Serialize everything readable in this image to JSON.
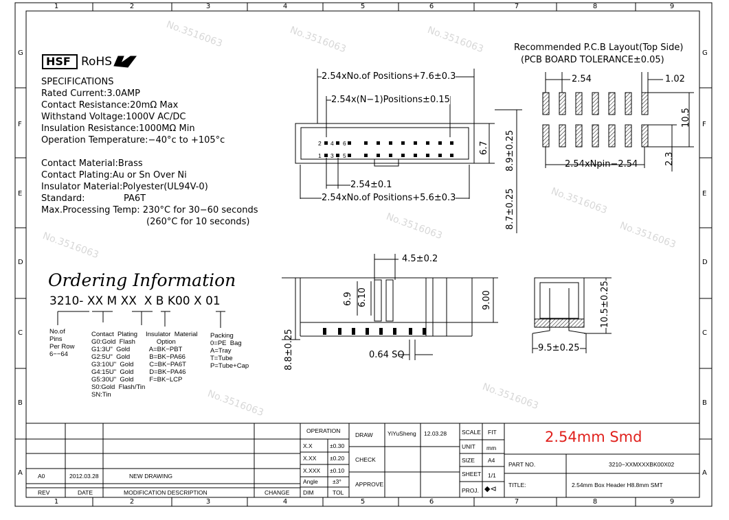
{
  "watermark": "No.3516063",
  "frame": {
    "columns": [
      "1",
      "2",
      "3",
      "4",
      "5",
      "6",
      "7",
      "8",
      "9"
    ],
    "rows": [
      "G",
      "F",
      "E",
      "D",
      "C",
      "B",
      "A"
    ]
  },
  "logos": {
    "hsf": "HSF",
    "rohs": "RoHS",
    "ul": "UL"
  },
  "specs": {
    "heading": "SPECIFICATIONS",
    "lines": [
      "Rated Current:3.0AMP",
      "Contact Resistance:20mΩ Max",
      "Withstand Voltage:1000V AC/DC",
      "Insulation Resistance:1000MΩ Min",
      "Operation Temperature:−40°c to +105°c"
    ],
    "lines2": [
      "Contact Material:Brass",
      "Contact Plating:Au or Sn Over Ni",
      "Insulator Material:Polyester(UL94V-0)",
      "Standard:",
      "Max.Processing Temp: 230°C for 30−60 seconds",
      "(260°C for 10 seconds)"
    ],
    "standard_value": "PA6T"
  },
  "ordering": {
    "title": "Ordering Information",
    "code": [
      "3210-",
      "XX",
      "M",
      "XX",
      "X",
      "B",
      "K00",
      "X",
      "01"
    ],
    "pins": "No.of\nPins\nPer Row\n6−−64",
    "plating": "Contact  Plating\nG0:Gold  Flash\nG1:3U\"  Gold\nG2:5U\"  Gold\nG3:10U\"  Gold\nG4:15U\"  Gold\nG5:30U\"  Gold\nS0:Gold  Flash/Tin\nSN:Tin",
    "insulator": "Insulator  Material\n      Option\n  A=BK−PBT\n  B=BK−PA66\n  C=BK−PA6T\n  D=BK−PA46\n  F=BK−LCP",
    "packing": "Packing\n0=PE  Bag\nA=Tray\nT=Tube\nP=Tube+Cap"
  },
  "pcb": {
    "title": "Recommended P.C.B Layout(Top Side)",
    "tolerance": "(PCB BOARD TOLERANCE±0.05)",
    "pitch": "2.54",
    "pad_w": "1.02",
    "span": "10.5",
    "row_len": "2.54xNpin−2.54",
    "pad_h": "2.3"
  },
  "top_view": {
    "overall": "2.54xNo.of Positions+7.6±0.3",
    "pin_span": "2.54x(N−1)Positions±0.15",
    "pitch": "2.54±0.1",
    "inner": "2.54xNo.of Positions+5.6±0.3",
    "h1": "6.7",
    "h2": "8.9±0.25",
    "h3": "8.7±0.25",
    "pins_top": [
      "2",
      "4",
      "6"
    ],
    "pins_bottom": [
      "1",
      "3",
      "5"
    ]
  },
  "side_view": {
    "w": "4.5±0.2",
    "h1": "6.9",
    "h2": "6.10",
    "h3": "9.00",
    "height": "8.8±0.25",
    "pin": "0.64 SQ"
  },
  "end_view": {
    "height": "10.5±0.25",
    "width": "9.5±0.25"
  },
  "title_block": {
    "rev_row": {
      "rev": "A0",
      "date": "2012.03.28",
      "desc": "NEW DRAWING"
    },
    "headers": {
      "rev": "REV",
      "date": "DATE",
      "desc": "MODIFICATION DESCRIPTION",
      "change": "CHANGE"
    },
    "operation": "OPERATION",
    "tolerances": [
      [
        "X.X",
        "±0.30"
      ],
      [
        "X.XX",
        "±0.20"
      ],
      [
        "X.XXX",
        "±0.10"
      ],
      [
        "Angle",
        "±3°"
      ]
    ],
    "dim": "DIM",
    "tol": "TOL",
    "draw": "DRAW",
    "drawer": "YiYuSheng",
    "draw_date": "12.03.28",
    "check": "CHECK",
    "approve": "APPROVE",
    "scale_label": "SCALE",
    "scale": "FIT",
    "unit_label": "UNIT",
    "unit": "mm",
    "size_label": "SIZE",
    "size": "A4",
    "sheet_label": "SHEET",
    "sheet": "1/1",
    "proj_label": "PROJ.",
    "product": "2.54mm Smd",
    "part_no_label": "PART NO.",
    "part_no": "3210−XXMXXXBK00X02",
    "title_label": "TITLE:",
    "title": "2.54mm  Box  Header  H8.8mm  SMT"
  }
}
